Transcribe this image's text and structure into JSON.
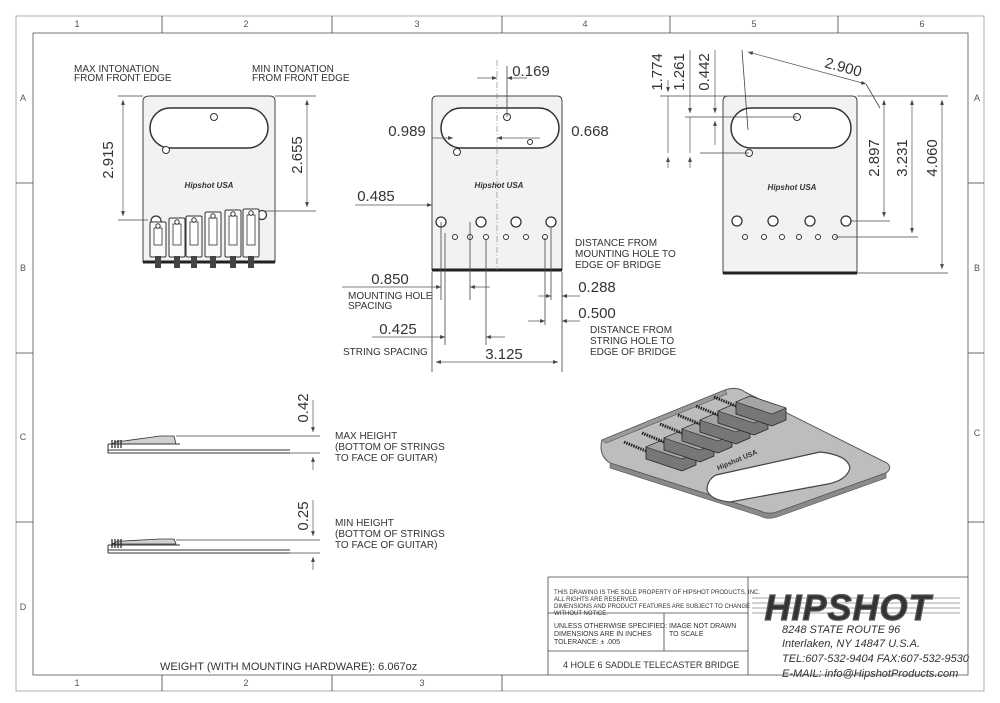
{
  "grid": {
    "top": [
      "1",
      "2",
      "3",
      "4",
      "5",
      "6"
    ],
    "bottom": [
      "1",
      "2",
      "3"
    ],
    "left": [
      "A",
      "B",
      "C",
      "D"
    ],
    "right": [
      "A",
      "B",
      "C"
    ]
  },
  "left_view": {
    "max_label": [
      "MAX INTONATION",
      "FROM FRONT EDGE"
    ],
    "min_label": [
      "MIN INTONATION",
      "FROM FRONT EDGE"
    ],
    "dim_left": "2.915",
    "dim_right": "2.655",
    "logo": "Hipshot USA"
  },
  "middle_view": {
    "dim_top": "0.169",
    "dim_left_a": "0.989",
    "dim_right_a": "0.668",
    "dim_left_b": "0.485",
    "dim_850": "0.850",
    "mount_spacing": [
      "MOUNTING HOLE",
      "SPACING"
    ],
    "dim_425": "0.425",
    "string_spacing": "STRING SPACING",
    "dim_3125": "3.125",
    "dim_288": "0.288",
    "dim_500": "0.500",
    "dist_mount": [
      "DISTANCE FROM",
      "MOUNTING HOLE TO",
      "EDGE OF BRIDGE"
    ],
    "dist_string": [
      "DISTANCE FROM",
      "STRING HOLE TO",
      "EDGE OF BRIDGE"
    ],
    "logo": "Hipshot USA"
  },
  "right_view": {
    "v1": "1.774",
    "v2": "1.261",
    "v3": "0.442",
    "diag": "2.900",
    "r1": "2.897",
    "r2": "3.231",
    "r3": "4.060",
    "logo": "Hipshot USA"
  },
  "side_views": {
    "max_dim": "0.42",
    "max_label": [
      "MAX HEIGHT",
      "(BOTTOM OF STRINGS",
      "TO FACE OF GUITAR)"
    ],
    "min_dim": "0.25",
    "min_label": [
      "MIN HEIGHT",
      "(BOTTOM OF STRINGS",
      "TO FACE OF GUITAR)"
    ]
  },
  "iso_view": {
    "logo": "Hipshot USA"
  },
  "weight": "WEIGHT (WITH MOUNTING HARDWARE): 6.067oz",
  "title_block": {
    "property": [
      "THIS DRAWING IS THE SOLE PROPERTY OF HIPSHOT PRODUCTS, INC.",
      "ALL RIGHTS ARE RESERVED.",
      "DIMENSIONS AND PRODUCT FEATURES ARE SUBJECT TO CHANGE",
      "WITHOUT NOTICE."
    ],
    "unless": [
      "UNLESS OTHERWISE SPECIFIED:",
      "DIMENSIONS ARE IN INCHES",
      "TOLERANCE:  ± .005"
    ],
    "scale": [
      "IMAGE NOT DRAWN",
      "TO SCALE"
    ],
    "part": "4 HOLE 6 SADDLE TELECASTER BRIDGE",
    "logo": "HIPSHOT",
    "address1": "8248 STATE ROUTE 96",
    "address2": "Interlaken, NY 14847 U.S.A.",
    "phone": "TEL:607-532-9404 FAX:607-532-9530",
    "email": "E-MAIL: info@HipshotProducts.com"
  },
  "colors": {
    "plate": "#f2f2f2",
    "iso_plate": "#bdbdbd",
    "saddle": "#777777"
  }
}
